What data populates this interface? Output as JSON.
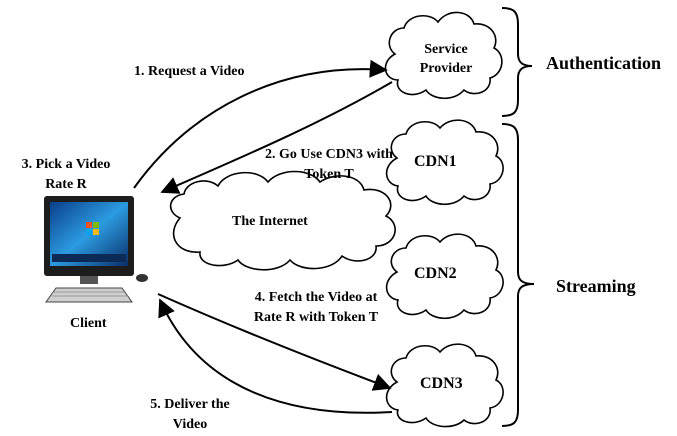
{
  "nodes": {
    "service_provider": "Service\nProvider",
    "cdn1": "CDN1",
    "cdn2": "CDN2",
    "cdn3": "CDN3",
    "internet": "The Internet",
    "client": "Client"
  },
  "groups": {
    "authentication": "Authentication",
    "streaming": "Streaming"
  },
  "steps": {
    "step1": "1. Request a Video",
    "step2": "2. Go Use CDN3 with\nToken T",
    "step3": "3. Pick a Video\nRate R",
    "step4": "4. Fetch the Video at\nRate R with Token T",
    "step5": "5. Deliver the\nVideo"
  }
}
